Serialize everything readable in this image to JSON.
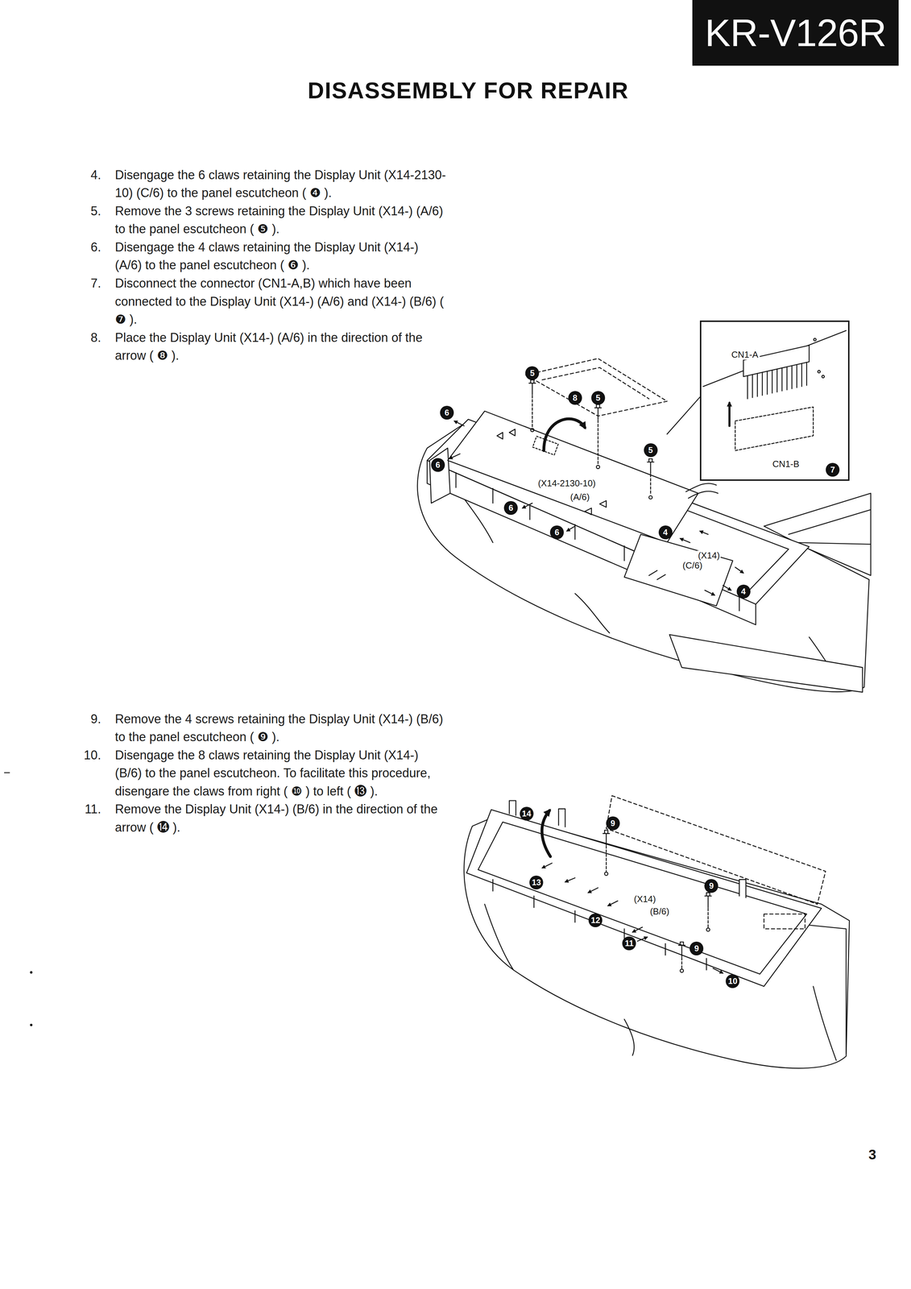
{
  "diagram": {
    "title": "DISASSEMBLY FOR REPAIR",
    "nodes": [
      {
        "text": [
          "KR-V126R"
        ]
      },
      {
        "text": [
          "CN1-A",
          "CN1-B"
        ]
      },
      {
        "text": [
          "7"
        ],
        "in": 1
      },
      {
        "text": [
          "5"
        ]
      },
      {
        "text": [
          "8"
        ]
      },
      {
        "text": [
          "5"
        ]
      },
      {
        "text": [
          "6"
        ]
      },
      {
        "text": [
          "5"
        ]
      },
      {
        "text": [
          "6"
        ]
      },
      {
        "text": [
          "6"
        ]
      },
      {
        "text": [
          "6"
        ]
      },
      {
        "text": [
          "4"
        ]
      },
      {
        "text": [
          "4"
        ]
      },
      {
        "text": [
          "14"
        ]
      },
      {
        "text": [
          "9"
        ]
      },
      {
        "text": [
          "13"
        ]
      },
      {
        "text": [
          "9"
        ]
      },
      {
        "text": [
          "12"
        ]
      },
      {
        "text": [
          "11"
        ]
      },
      {
        "text": [
          "9"
        ]
      },
      {
        "text": [
          "10"
        ]
      }
    ],
    "labels": [
      "4.",
      "Disengage the 6 claws retaining the Display Unit (X14-2130-10) (C/6) to the panel escutcheon ( ❹ ).",
      "5.",
      "Remove the 3 screws retaining the Display Unit (X14-) (A/6) to the panel escutcheon ( ❺ ).",
      "6.",
      "Disengage the 4 claws retaining the Display Unit (X14-) (A/6) to the panel escutcheon ( ❻ ).",
      "7.",
      "Disconnect the connector (CN1-A,B) which have been connected to the Display Unit (X14-) (A/6) and (X14-) (B/6) ( ❼ ).",
      "8.",
      "Place the Display Unit (X14-) (A/6) in the direction of the arrow ( ❽ ).",
      "9.",
      "Remove the 4 screws retaining the Display Unit (X14-) (B/6) to the panel escutcheon ( ❾ ).",
      "10.",
      "Disengage the 8 claws retaining the Display Unit (X14-) (B/6) to the panel escutcheon. To facilitate this procedure, disengare the claws from right ( ❿ ) to left ( ⓭ ).",
      "11.",
      "Remove the Display Unit (X14-) (B/6) in the direction of the arrow ( ⓮ ).",
      "(X14-2130-10)",
      "(A/6)",
      "(X14)",
      "(C/6)",
      "(X14)",
      "(B/6)",
      "3"
    ]
  }
}
